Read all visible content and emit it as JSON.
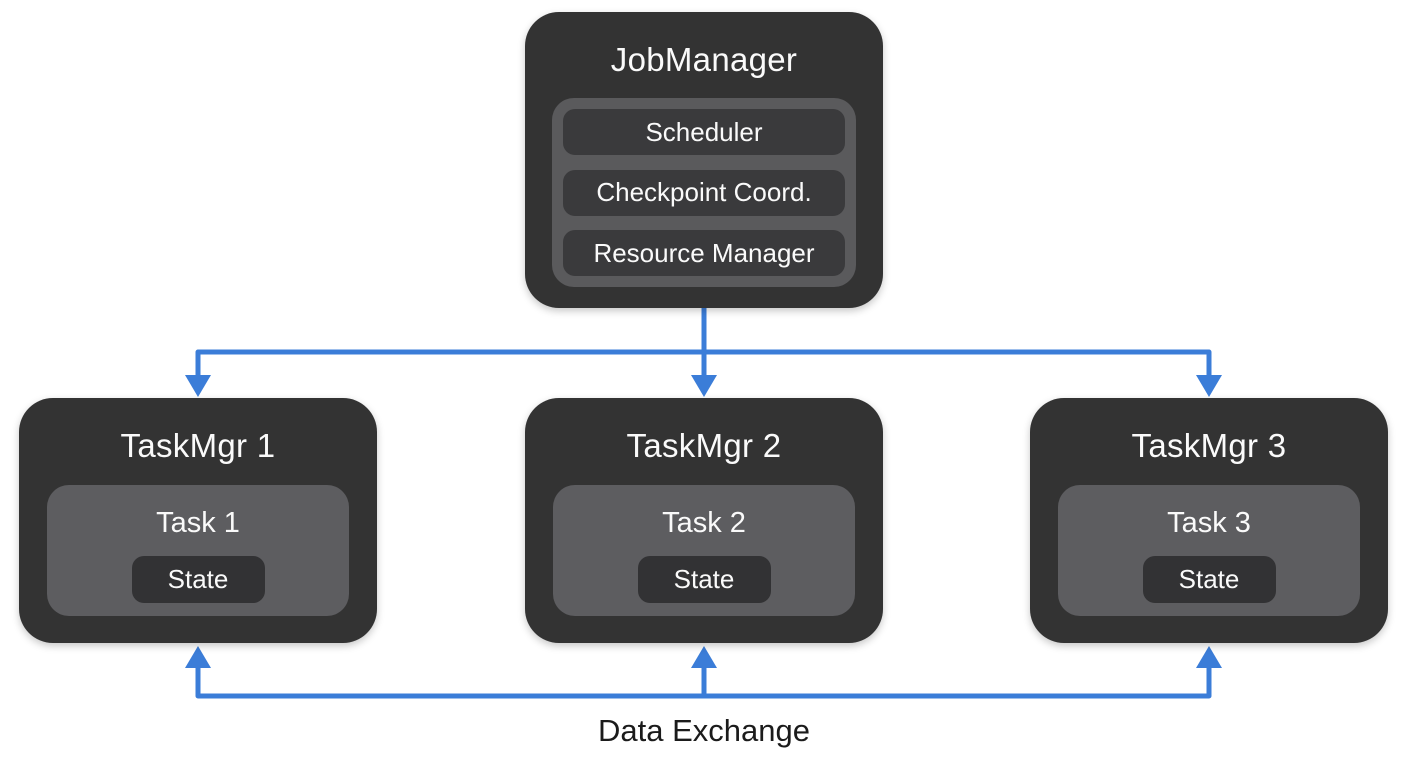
{
  "job_manager": {
    "title": "JobManager",
    "components": [
      "Scheduler",
      "Checkpoint Coord.",
      "Resource Manager"
    ]
  },
  "task_managers": [
    {
      "title": "TaskMgr 1",
      "task": "Task 1",
      "state": "State"
    },
    {
      "title": "TaskMgr 2",
      "task": "Task 2",
      "state": "State"
    },
    {
      "title": "TaskMgr 3",
      "task": "Task 3",
      "state": "State"
    }
  ],
  "labels": {
    "data_exchange": "Data Exchange"
  },
  "colors": {
    "canvas_bg": "#ffffff",
    "node_bg": "#333333",
    "jm_inner_bg": "#5a5a5c",
    "jm_pill_bg": "#3a3a3c",
    "tm_inner_bg": "#5d5d60",
    "state_pill_bg": "#323234",
    "accent_blue": "#3b7dd8",
    "text_light": "#fafafa",
    "text_dark": "#1b1b1b"
  }
}
